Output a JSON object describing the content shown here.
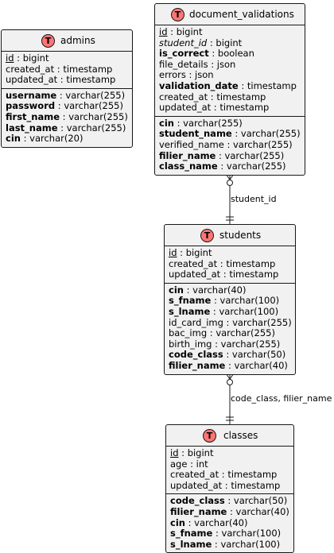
{
  "entities": {
    "admins": {
      "badge": "T",
      "name": "admins",
      "sections": [
        [
          {
            "name": "id",
            "type": "bigint",
            "style": "pk"
          },
          {
            "name": "created_at",
            "type": "timestamp",
            "style": ""
          },
          {
            "name": "updated_at",
            "type": "timestamp",
            "style": ""
          }
        ],
        [
          {
            "name": "username",
            "type": "varchar(255)",
            "style": "bold"
          },
          {
            "name": "password",
            "type": "varchar(255)",
            "style": "bold"
          },
          {
            "name": "first_name",
            "type": "varchar(255)",
            "style": "bold"
          },
          {
            "name": "last_name",
            "type": "varchar(255)",
            "style": "bold"
          },
          {
            "name": "cin",
            "type": "varchar(20)",
            "style": "bold"
          }
        ]
      ]
    },
    "document_validations": {
      "badge": "T",
      "name": "document_validations",
      "sections": [
        [
          {
            "name": "id",
            "type": "bigint",
            "style": "pk"
          },
          {
            "name": "student_id",
            "type": "bigint",
            "style": "fk"
          },
          {
            "name": "is_correct",
            "type": "boolean",
            "style": "bold"
          },
          {
            "name": "file_details",
            "type": "json",
            "style": ""
          },
          {
            "name": "errors",
            "type": "json",
            "style": ""
          },
          {
            "name": "validation_date",
            "type": "timestamp",
            "style": "bold"
          },
          {
            "name": "created_at",
            "type": "timestamp",
            "style": ""
          },
          {
            "name": "updated_at",
            "type": "timestamp",
            "style": ""
          }
        ],
        [
          {
            "name": "cin",
            "type": "varchar(255)",
            "style": "bold"
          },
          {
            "name": "student_name",
            "type": "varchar(255)",
            "style": "bold"
          },
          {
            "name": "verified_name",
            "type": "varchar(255)",
            "style": ""
          },
          {
            "name": "filier_name",
            "type": "varchar(255)",
            "style": "bold"
          },
          {
            "name": "class_name",
            "type": "varchar(255)",
            "style": "bold"
          }
        ]
      ]
    },
    "students": {
      "badge": "T",
      "name": "students",
      "sections": [
        [
          {
            "name": "id",
            "type": "bigint",
            "style": "pk"
          },
          {
            "name": "created_at",
            "type": "timestamp",
            "style": ""
          },
          {
            "name": "updated_at",
            "type": "timestamp",
            "style": ""
          }
        ],
        [
          {
            "name": "cin",
            "type": "varchar(40)",
            "style": "bold"
          },
          {
            "name": "s_fname",
            "type": "varchar(100)",
            "style": "bold"
          },
          {
            "name": "s_lname",
            "type": "varchar(100)",
            "style": "bold"
          },
          {
            "name": "id_card_img",
            "type": "varchar(255)",
            "style": ""
          },
          {
            "name": "bac_img",
            "type": "varchar(255)",
            "style": ""
          },
          {
            "name": "birth_img",
            "type": "varchar(255)",
            "style": ""
          },
          {
            "name": "code_class",
            "type": "varchar(50)",
            "style": "bold"
          },
          {
            "name": "filier_name",
            "type": "varchar(40)",
            "style": "bold"
          }
        ]
      ]
    },
    "classes": {
      "badge": "T",
      "name": "classes",
      "sections": [
        [
          {
            "name": "id",
            "type": "bigint",
            "style": "pk"
          },
          {
            "name": "age",
            "type": "int",
            "style": ""
          },
          {
            "name": "created_at",
            "type": "timestamp",
            "style": ""
          },
          {
            "name": "updated_at",
            "type": "timestamp",
            "style": ""
          }
        ],
        [
          {
            "name": "code_class",
            "type": "varchar(50)",
            "style": "bold"
          },
          {
            "name": "filier_name",
            "type": "varchar(40)",
            "style": "bold"
          },
          {
            "name": "cin",
            "type": "varchar(40)",
            "style": "bold"
          },
          {
            "name": "s_fname",
            "type": "varchar(100)",
            "style": "bold"
          },
          {
            "name": "s_lname",
            "type": "varchar(100)",
            "style": "bold"
          }
        ]
      ]
    }
  },
  "relations": {
    "validations_students": {
      "label": "student_id"
    },
    "students_classes": {
      "label": "code_class, filier_name"
    }
  },
  "colors": {
    "badge": "#ff7575",
    "box_fill": "#f1f1f1",
    "line": "#181818"
  }
}
